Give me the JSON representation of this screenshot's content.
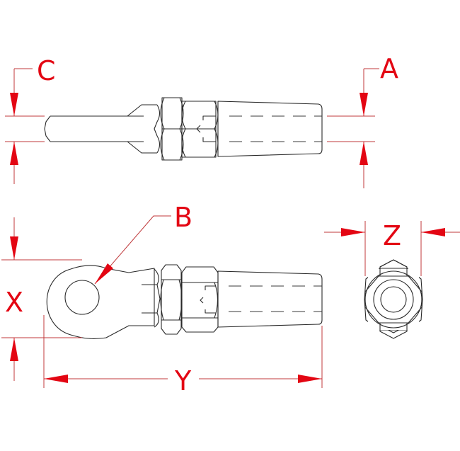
{
  "drawing": {
    "title": "Terminal fitting dimension drawing",
    "views": [
      "side-view-top",
      "front-view-bottom",
      "end-view"
    ],
    "dimension_labels": {
      "a": "A",
      "b": "B",
      "c": "C",
      "x": "X",
      "y": "Y",
      "z": "Z"
    },
    "colors": {
      "dimension": "#e30613",
      "extension_line": "#c0393b",
      "object_line": "#2a2a2a",
      "background": "#ffffff"
    }
  }
}
